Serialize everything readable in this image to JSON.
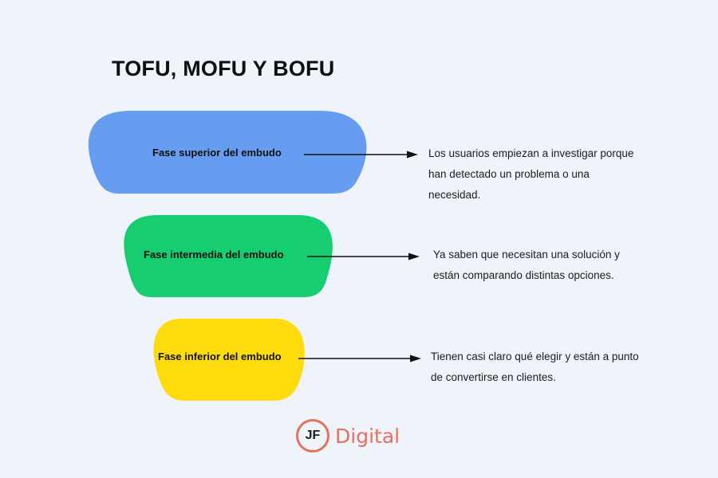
{
  "title": "TOFU, MOFU Y BOFU",
  "stages": [
    {
      "label": "Fase superior del embudo",
      "color": "#679df0",
      "description": "Los usuarios empiezan a investigar porque han detectado un problema o una necesidad."
    },
    {
      "label": "Fase intermedia del embudo",
      "color": "#16cd6f",
      "description": "Ya saben que necesitan una solución y están comparando distintas opciones."
    },
    {
      "label": "Fase inferior del embudo",
      "color": "#fedb0d",
      "description": "Tienen casi claro qué elegir y están a punto de convertirse en clientes."
    }
  ],
  "logo": {
    "mark": "JF",
    "word": "Digital",
    "color": "#e8705e"
  }
}
